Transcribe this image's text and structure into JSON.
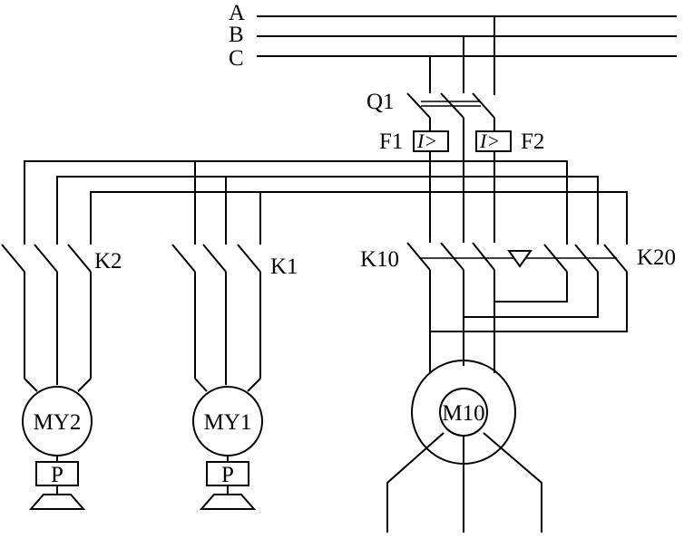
{
  "phases": {
    "a": "A",
    "b": "B",
    "c": "C"
  },
  "breaker": {
    "label": "Q1"
  },
  "relays": {
    "f1": {
      "label": "F1",
      "symbol": "I>"
    },
    "f2": {
      "label": "F2",
      "symbol": "I>"
    }
  },
  "contactors": {
    "k2": "K2",
    "k1": "K1",
    "k10": "K10",
    "k20": "K20"
  },
  "motors": {
    "my2": "MY2",
    "my1": "MY1",
    "m10": "M10"
  },
  "pumps": {
    "p2": "P",
    "p1": "P"
  }
}
